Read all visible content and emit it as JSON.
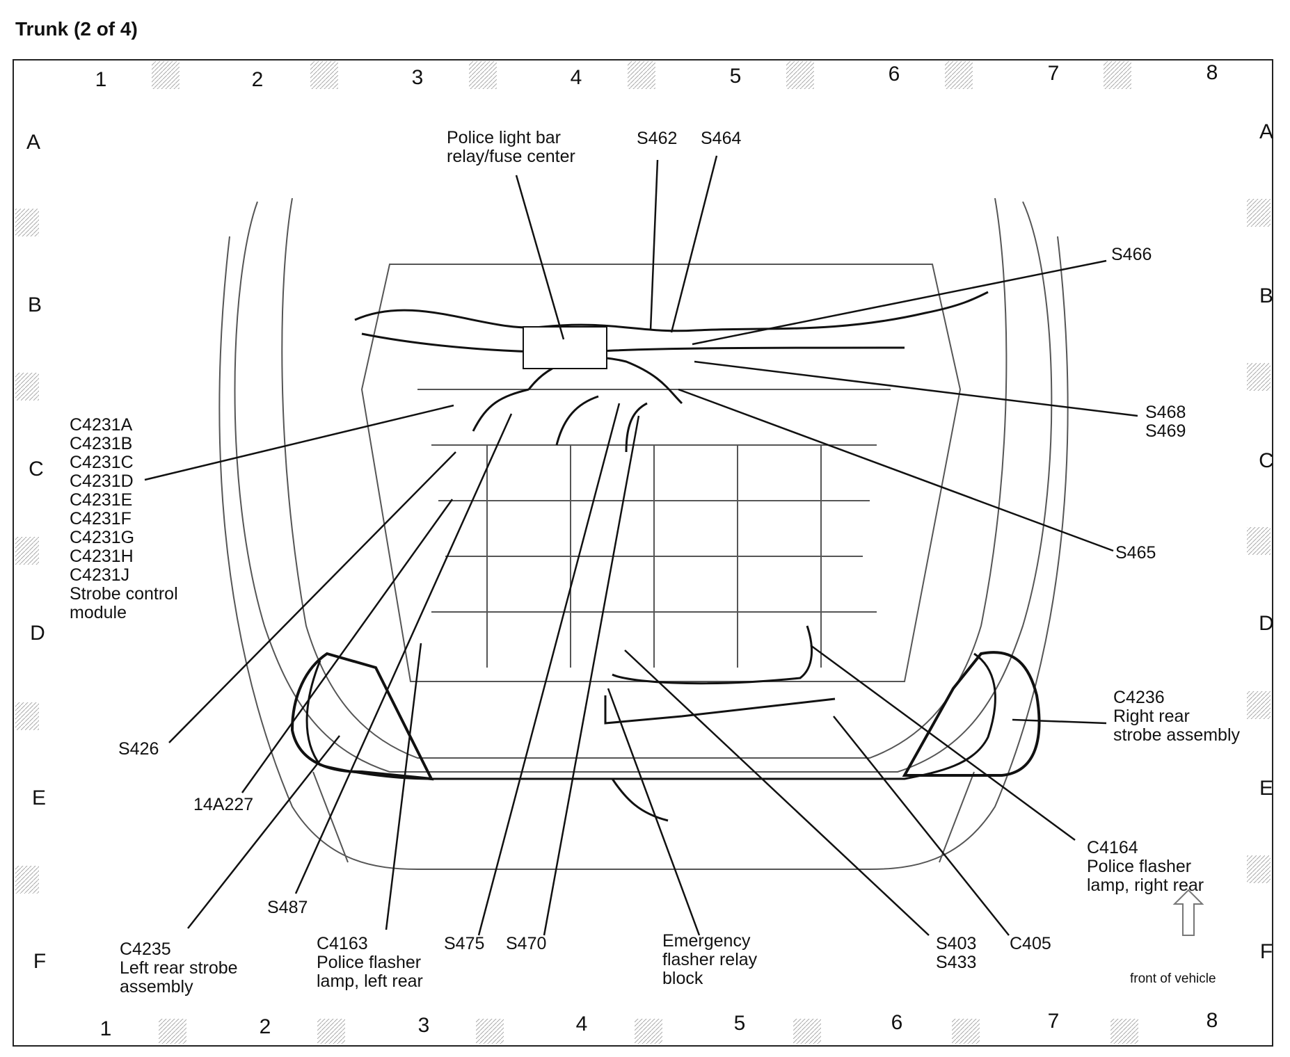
{
  "title": "Trunk (2 of 4)",
  "columns": [
    "1",
    "2",
    "3",
    "4",
    "5",
    "6",
    "7",
    "8"
  ],
  "rows": [
    "A",
    "B",
    "C",
    "D",
    "E",
    "F"
  ],
  "callouts": {
    "police_light_bar": "Police light bar\nrelay/fuse center",
    "s462": "S462",
    "s464": "S464",
    "s466": "S466",
    "s468_s469": "S468\nS469",
    "s465": "S465",
    "strobe_module": "C4231A\nC4231B\nC4231C\nC4231D\nC4231E\nC4231F\nC4231G\nC4231H\nC4231J\nStrobe control\nmodule",
    "c4236": "C4236\nRight rear\nstrobe assembly",
    "s426": "S426",
    "c14a227": "14A227",
    "s487": "S487",
    "c4235": "C4235\nLeft rear strobe\nassembly",
    "c4163": "C4163\nPolice flasher\nlamp, left rear",
    "s475": "S475",
    "s470": "S470",
    "emergency_flasher": "Emergency\nflasher relay\nblock",
    "s403_s433": "S403\nS433",
    "c405": "C405",
    "c4164": "C4164\nPolice flasher\nlamp, right rear",
    "front_of_vehicle": "front of vehicle"
  }
}
